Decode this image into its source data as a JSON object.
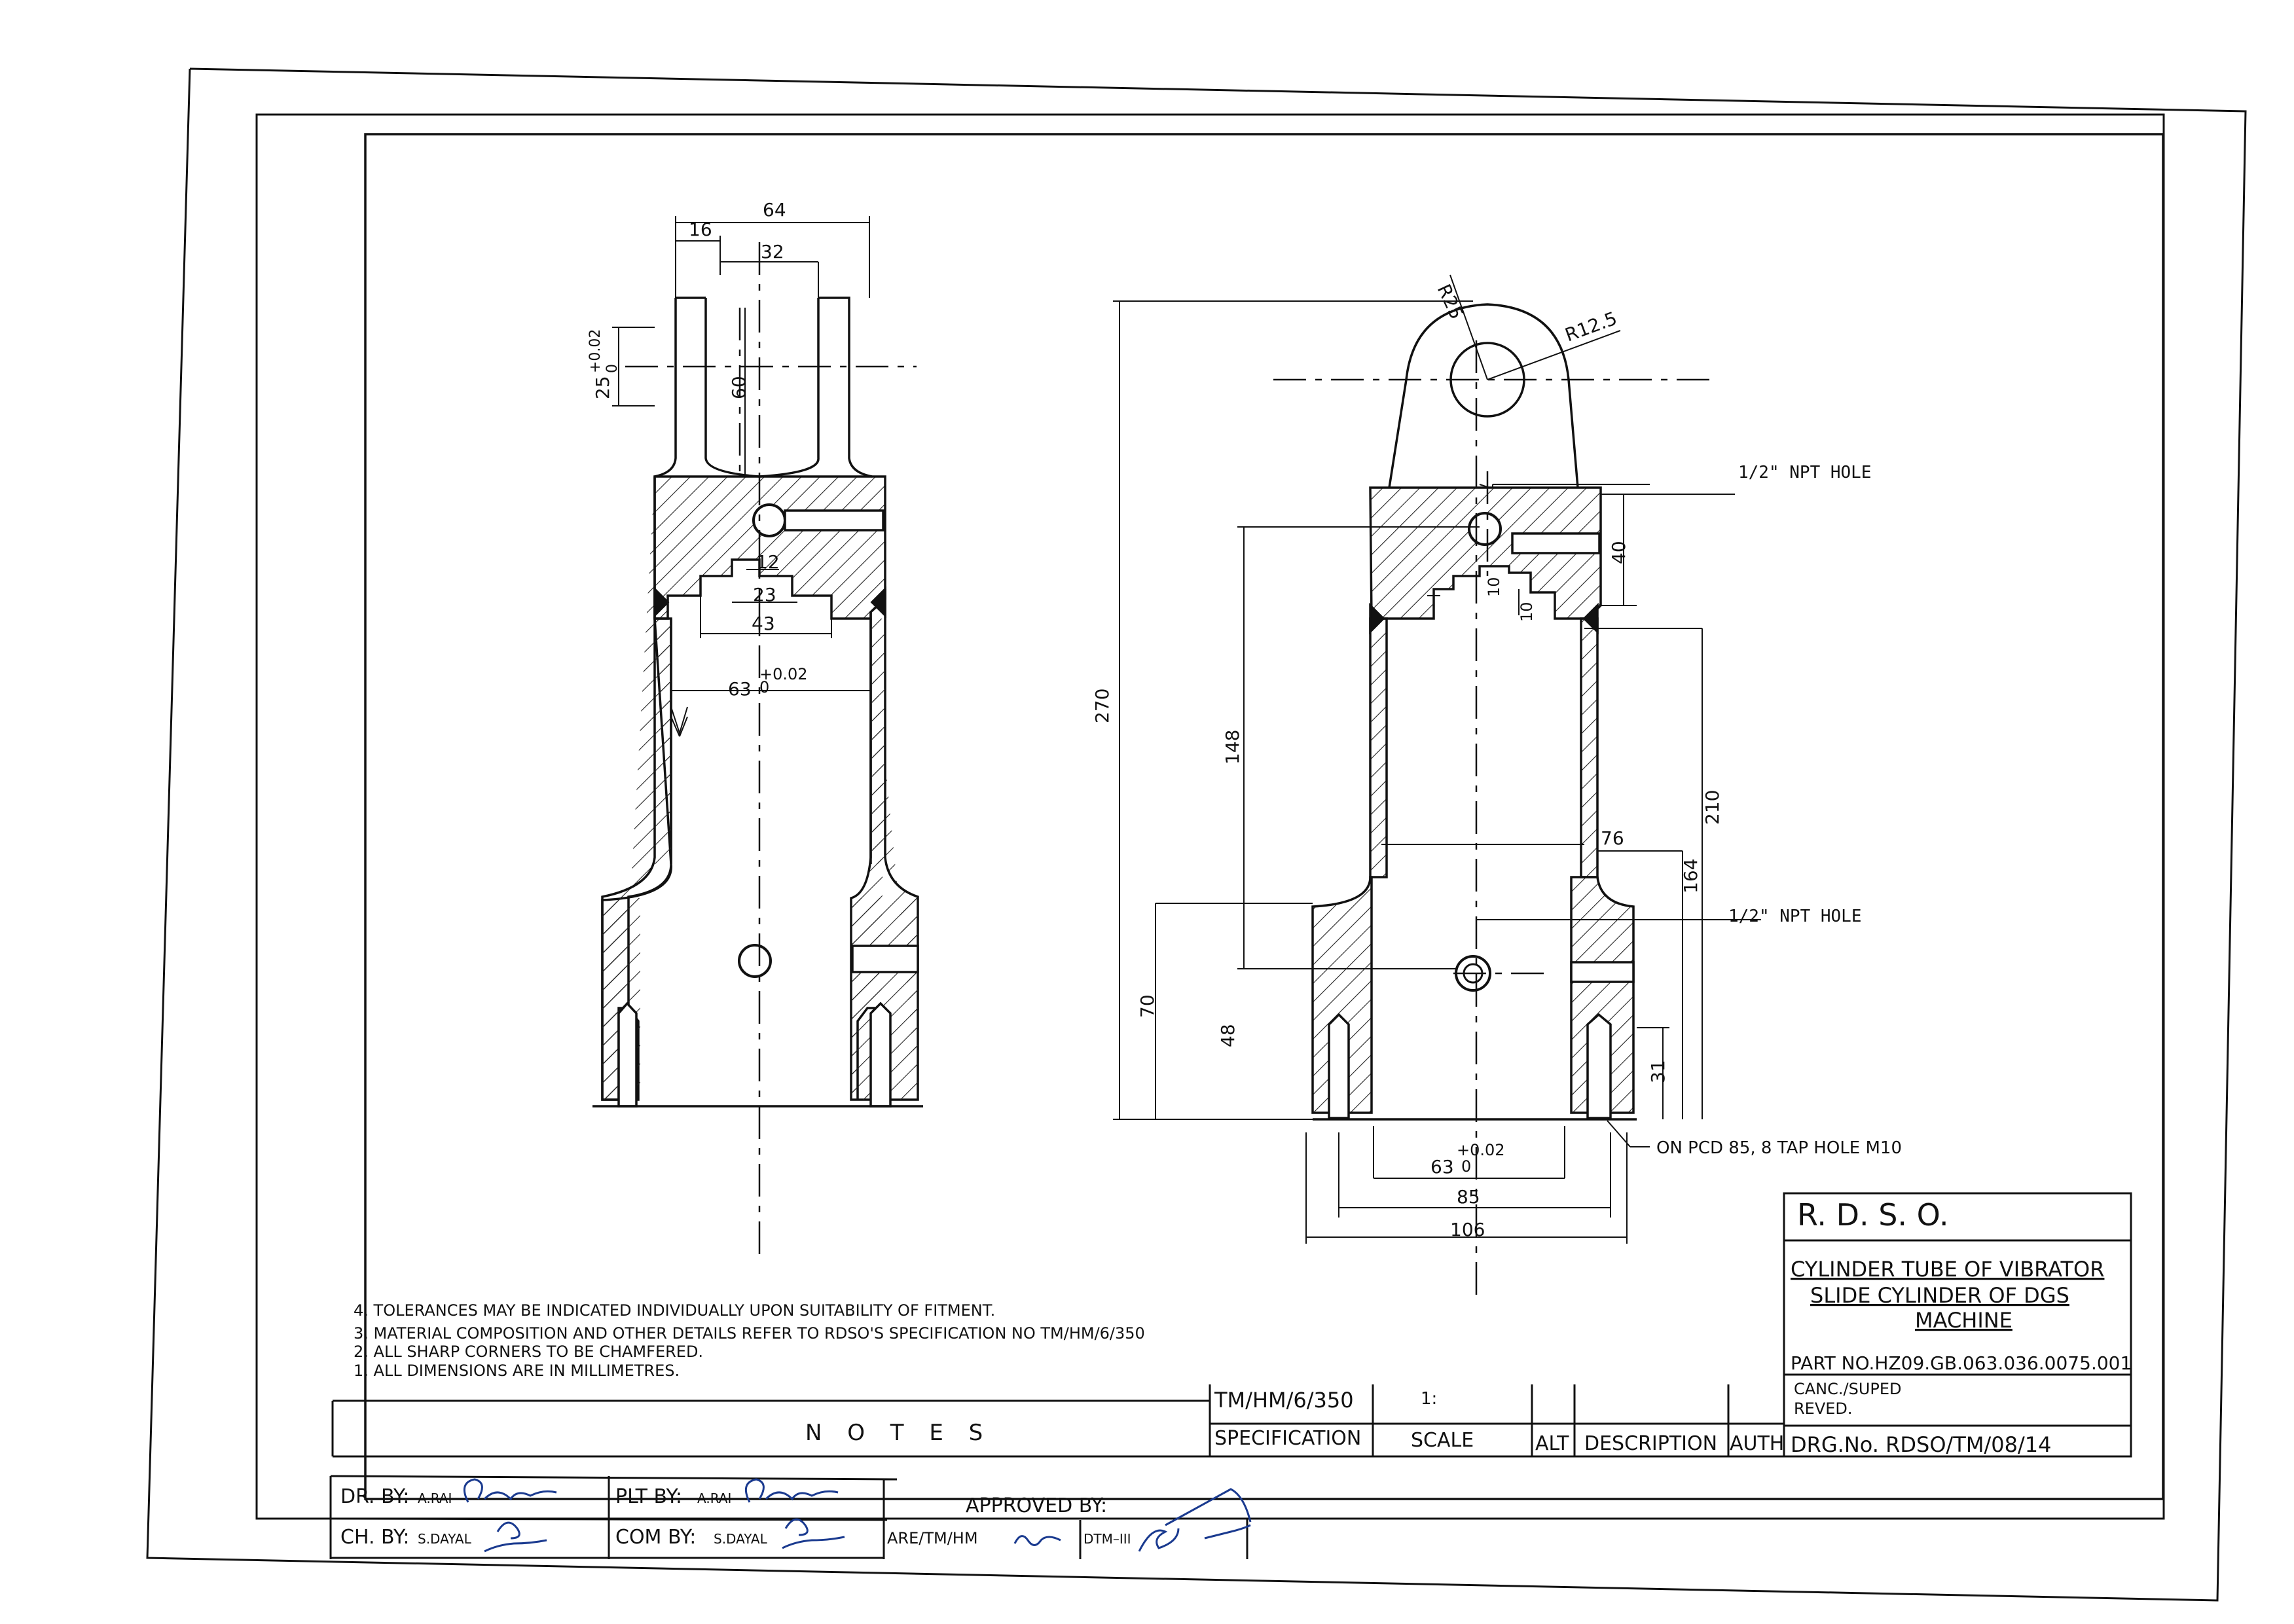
{
  "left_view": {
    "dims": {
      "d64": "64",
      "d16": "16",
      "d32": "32",
      "d25": "25",
      "d25_tol_upper": "+0.02",
      "d25_tol_lower": "0",
      "d60": "60",
      "d12": "12",
      "d23": "23",
      "d43": "43",
      "d63": "63",
      "d63_tol_upper": "+0.02",
      "d63_tol_lower": "0"
    }
  },
  "right_view": {
    "dims": {
      "r25": "R25",
      "r12_5": "R12.5",
      "npt_top": "1/2\" NPT HOLE",
      "npt_mid": "1/2\" NPT HOLE",
      "d40": "40",
      "d10a": "10",
      "d10b": "10",
      "d270": "270",
      "d148": "148",
      "d210": "210",
      "d76": "76",
      "d164": "164",
      "d70": "70",
      "d48": "48",
      "d31": "31",
      "tap_note": "ON PCD 85, 8 TAP HOLE M10",
      "d63": "63",
      "d63_tol_upper": "+0.02",
      "d63_tol_lower": "0",
      "d85": "85",
      "d106": "106"
    }
  },
  "notes": {
    "items": [
      "4. TOLERANCES MAY BE INDICATED INDIVIDUALLY UPON SUITABILITY OF FITMENT.",
      "3. MATERIAL COMPOSITION AND OTHER DETAILS REFER TO RDSO'S SPECIFICATION NO TM/HM/6/350",
      "2. ALL SHARP CORNERS TO BE CHAMFERED.",
      "1. ALL DIMENSIONS ARE IN MILLIMETRES."
    ],
    "heading": "N O T E S"
  },
  "title_block": {
    "spec_value": "TM/HM/6/350",
    "scale_value": "1:",
    "spec_label": "SPECIFICATION",
    "scale_label": "SCALE",
    "alt_label": "ALT",
    "desc_label": "DESCRIPTION",
    "auth_label": "AUTH",
    "org": "R.   D.   S.   O.",
    "title_line1": "CYLINDER TUBE OF VIBRATOR",
    "title_line2": "SLIDE CYLINDER   OF DGS",
    "title_line3": "MACHINE",
    "part_no": "PART NO.HZ09.GB.063.036.0075.001",
    "canc": "CANC./SUPED",
    "reved": "REVED.",
    "drg_no": "DRG.No.  RDSO/TM/08/14"
  },
  "sign_block": {
    "dr_by_label": "DR.  BY:",
    "dr_by_name": "A.RAI",
    "plt_by_label": "PLT BY:",
    "plt_by_name": "A.RAI",
    "approved_label": "APPROVED  BY:",
    "ch_by_label": "CH.  BY:",
    "ch_by_name": "S.DAYAL",
    "com_by_label": "COM  BY:",
    "com_by_name": "S.DAYAL",
    "are_label": "ARE/TM/HM",
    "dtm_label": "DTM–III"
  }
}
